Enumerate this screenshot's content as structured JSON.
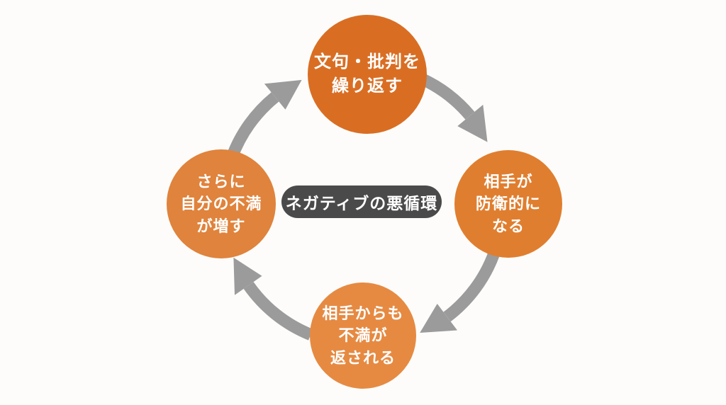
{
  "cycle": {
    "center_label": "ネガティブの悪循環",
    "nodes": [
      {
        "id": "top",
        "lines": [
          "文句・批判を",
          "繰り返す"
        ]
      },
      {
        "id": "right",
        "lines": [
          "相手が",
          "防衛的に",
          "なる"
        ]
      },
      {
        "id": "bottom",
        "lines": [
          "相手からも",
          "不満が",
          "返される"
        ]
      },
      {
        "id": "left",
        "lines": [
          "さらに",
          "自分の不満",
          "が増す"
        ]
      }
    ],
    "flow_direction": "clockwise"
  },
  "theme": {
    "background": "#FDFCFA",
    "arrow": "#9B9B9B",
    "label_bg": "#4A4A4A",
    "label_text": "#FFFFFF",
    "circle_text": "#FFFFFF",
    "circle_top": "#D96E23",
    "circle_right": "#E07E2F",
    "circle_bottom": "#E68A42",
    "circle_left": "#E0833C"
  }
}
